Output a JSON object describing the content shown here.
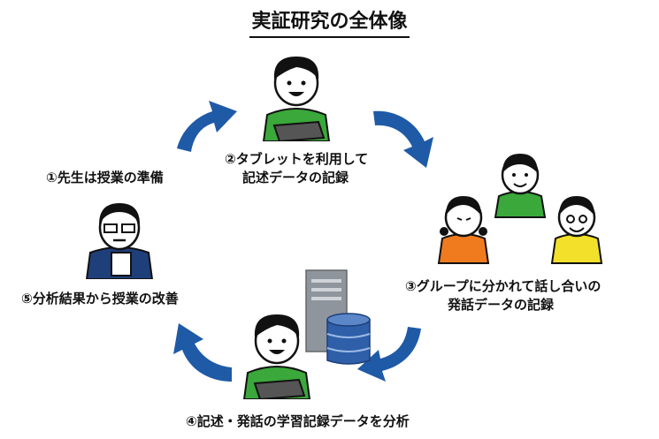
{
  "title": "実証研究の全体像",
  "steps": {
    "step1": "①先生は授業の準備",
    "step2_line1": "②タブレットを利用して",
    "step2_line2": "記述データの記録",
    "step3_line1": "③グループに分かれて話し合いの",
    "step3_line2": "発話データの記録",
    "step4": "④記述・発話の学習記録データを分析",
    "step5": "⑤分析結果から授業の改善"
  },
  "colors": {
    "arrow": "#1f5aa6",
    "student_shirt": "#3aa83a",
    "student_orange": "#f07a1e",
    "student_yellow": "#f2e02a",
    "teacher_suit": "#1f3f7a",
    "server": "#8f959d",
    "database": "#2f5fa8"
  }
}
